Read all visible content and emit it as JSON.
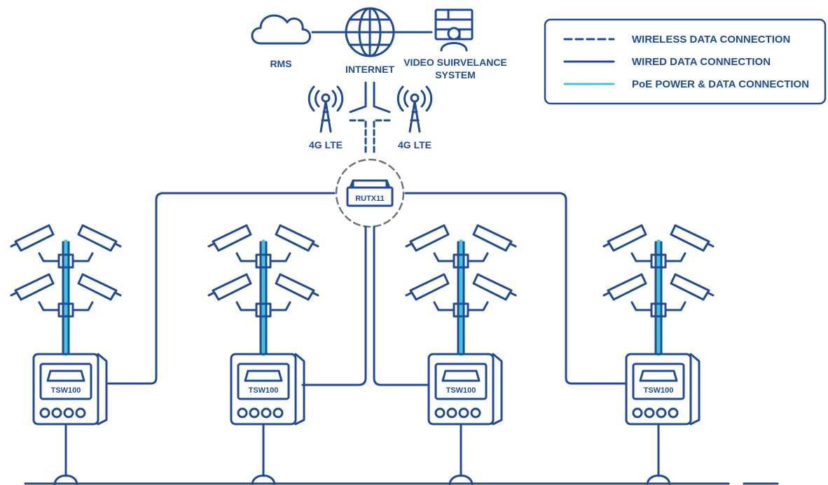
{
  "colors": {
    "primary": "#1f4b99",
    "poe": "#3ec6e0",
    "hub_dash": "#6b7280",
    "background": "#ffffff"
  },
  "nodes": {
    "rms": "RMS",
    "internet": "INTERNET",
    "vss_line1": "VIDEO SUIRVELANCE",
    "vss_line2": "SYSTEM",
    "lte_left": "4G LTE",
    "lte_right": "4G LTE",
    "router": "RUTX11",
    "switches": [
      "TSW100",
      "TSW100",
      "TSW100",
      "TSW100"
    ]
  },
  "legend": {
    "wireless": "WIRELESS DATA CONNECTION",
    "wired": "WIRED DATA CONNECTION",
    "poe": "PoE POWER & DATA CONNECTION"
  },
  "icons": [
    "cloud-icon",
    "globe-icon",
    "surveillance-monitor-icon",
    "cell-tower-icon",
    "router-icon",
    "security-camera-icon",
    "switch-icon",
    "cabinet-icon"
  ]
}
